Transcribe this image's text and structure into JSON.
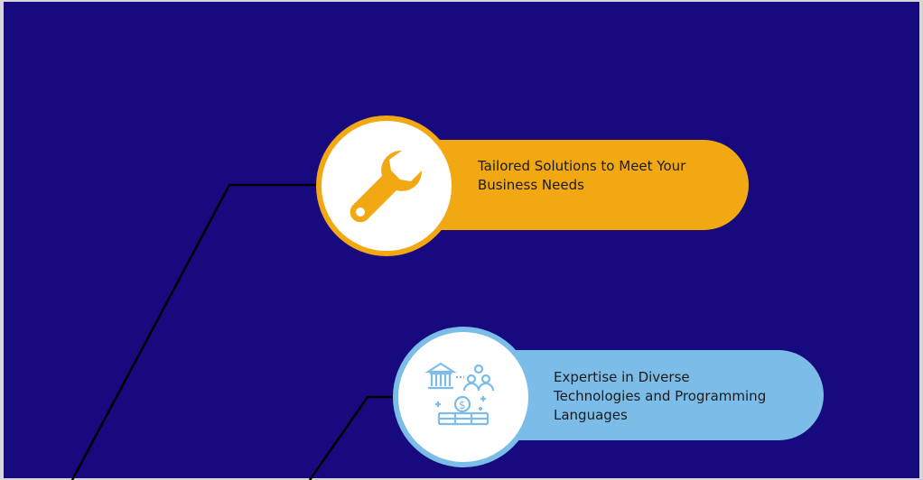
{
  "items": [
    {
      "text_line1": "Tailored Solutions to Meet Your",
      "text_line2": "Business Needs",
      "icon": "wrench-icon",
      "color": "#f2a812"
    },
    {
      "text_line1": "Expertise in Diverse",
      "text_line2": "Technologies and Programming",
      "text_line3": "Languages",
      "icon": "finance-network-icon",
      "color": "#7bbde8"
    }
  ]
}
